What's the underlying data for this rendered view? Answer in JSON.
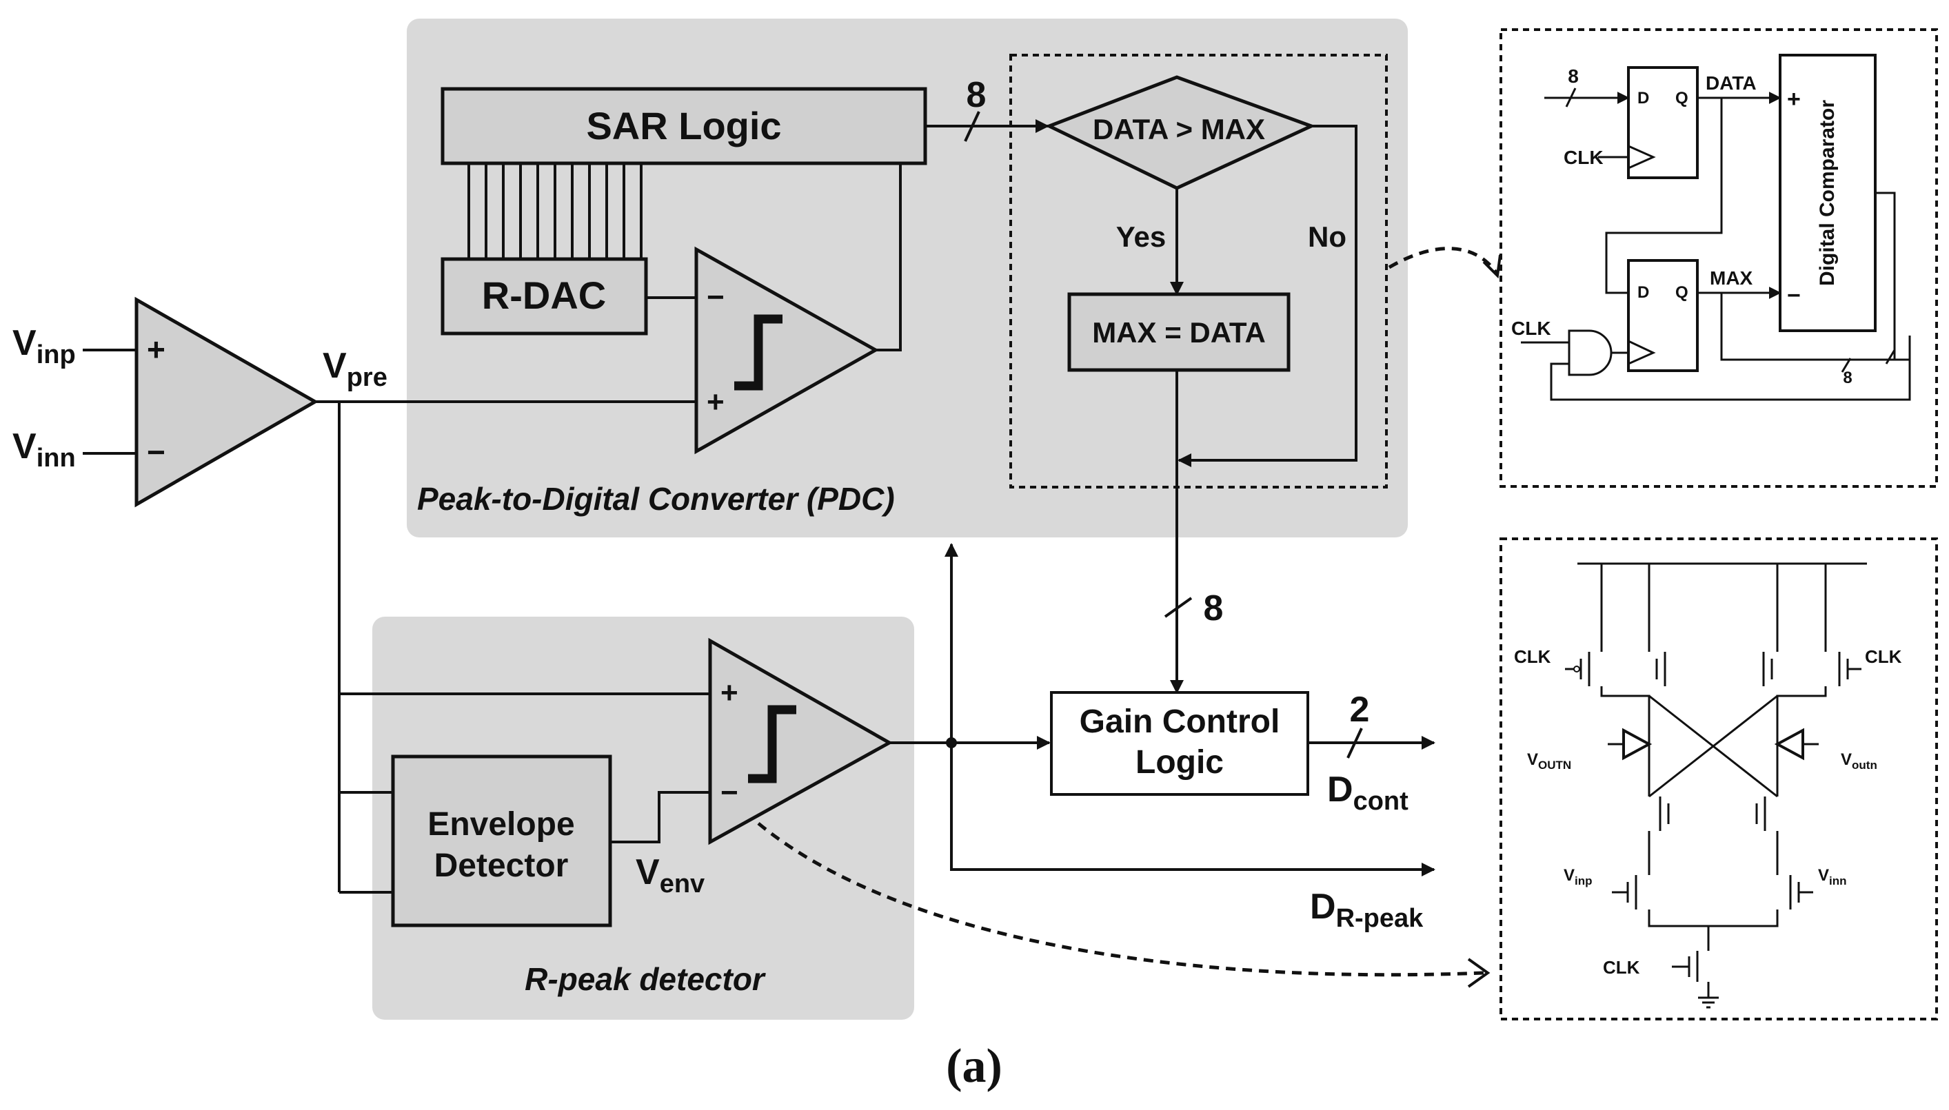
{
  "blocks": {
    "sar_logic": "SAR Logic",
    "r_dac": "R-DAC",
    "data_gt_max": "DATA > MAX",
    "max_eq_data": "MAX = DATA",
    "yes": "Yes",
    "no": "No",
    "gain_control_l1": "Gain Control",
    "gain_control_l2": "Logic",
    "envelope_l1": "Envelope",
    "envelope_l2": "Detector"
  },
  "regions": {
    "pdc": "Peak-to-Digital Converter (PDC)",
    "rpeak": "R-peak detector"
  },
  "signals": {
    "vinp_main": "V",
    "vinp_sub": "inp",
    "vinn_main": "V",
    "vinn_sub": "inn",
    "vpre_main": "V",
    "vpre_sub": "pre",
    "venv_main": "V",
    "venv_sub": "env",
    "dcont_main": "D",
    "dcont_sub": "cont",
    "drpeak_main": "D",
    "drpeak_sub": "R-peak",
    "bus8_sar": "8",
    "bus8_gain": "8",
    "bus2": "2",
    "plus": "+",
    "minus": "−"
  },
  "inset_digital": {
    "bus8_in": "8",
    "d1": "D",
    "q1": "Q",
    "d2": "D",
    "q2": "Q",
    "clk1": "CLK",
    "clk2": "CLK",
    "data": "DATA",
    "max": "MAX",
    "comparator": "Digital Comparator",
    "bus8_fb": "8",
    "plus": "+",
    "minus": "−"
  },
  "inset_comparator": {
    "clk_left": "CLK",
    "clk_right": "CLK",
    "voutn_left_main": "V",
    "voutn_left_sub": "OUTN",
    "voutn_right_main": "V",
    "voutn_right_sub": "outn",
    "vinp_main": "V",
    "vinp_sub": "inp",
    "vinn_main": "V",
    "vinn_sub": "inn",
    "clk_bottom": "CLK"
  },
  "caption": "(a)"
}
